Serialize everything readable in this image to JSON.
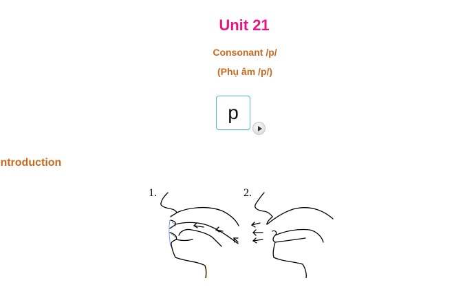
{
  "header": {
    "unit_title": "Unit 21",
    "subtitle_en": "Consonant /p/",
    "subtitle_vi": "(Phụ âm /p/)"
  },
  "phoneme_card": {
    "letter": "p",
    "audio_icon": "play-icon"
  },
  "section": {
    "heading": "Introduction"
  },
  "illustration": {
    "figure_labels": [
      "1.",
      "2."
    ]
  },
  "colors": {
    "unit_title": "#e0187f",
    "subtitle": "#c86a1e",
    "card_border": "#4fb3dc"
  }
}
